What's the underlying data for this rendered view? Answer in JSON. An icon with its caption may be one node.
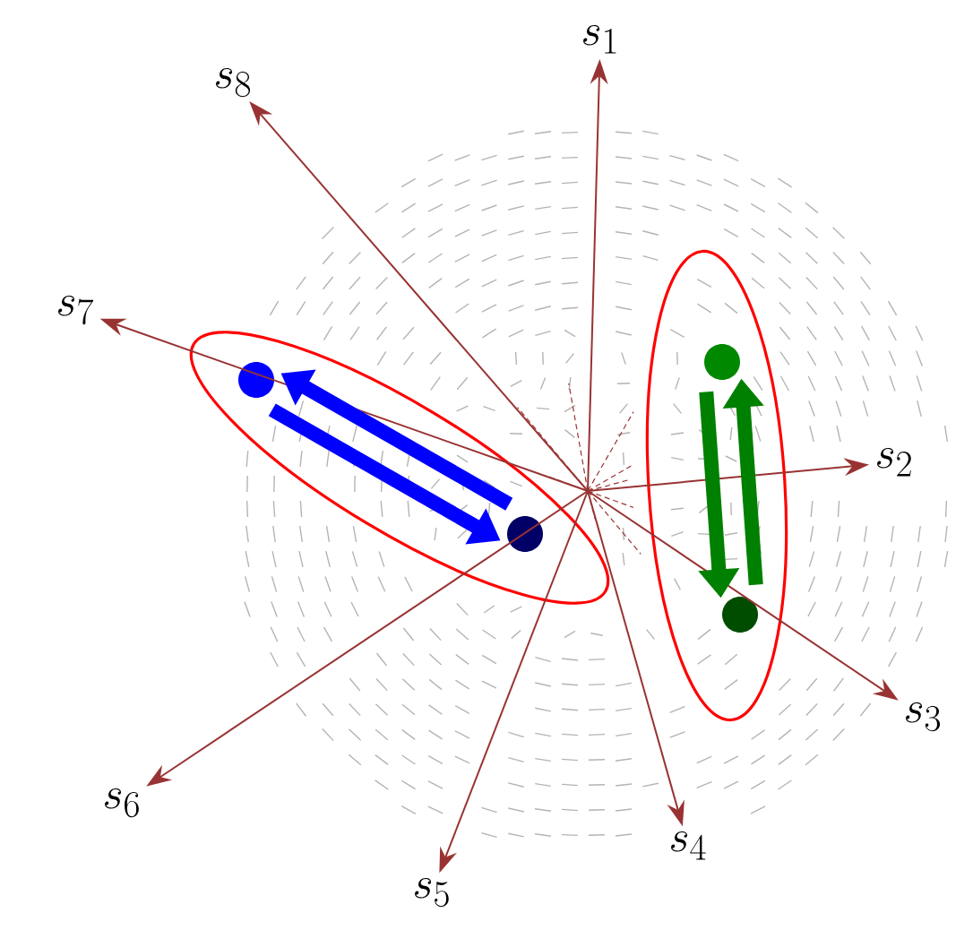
{
  "diagram": {
    "nodes": [
      {
        "text": [
          "s_1"
        ]
      },
      {
        "text": [
          "s_2"
        ]
      },
      {
        "text": [
          "s_3"
        ]
      },
      {
        "text": [
          "s_4"
        ]
      },
      {
        "text": [
          "s_5"
        ]
      },
      {
        "text": [
          "s_6"
        ]
      },
      {
        "text": [
          "s_7"
        ]
      },
      {
        "text": [
          "s_8"
        ]
      },
      {
        "text": [],
        "shape": "ellipse"
      },
      {
        "text": [],
        "shape": "circle",
        "in": 8
      },
      {
        "text": [],
        "shape": "circle",
        "in": 8
      },
      {
        "text": [],
        "shape": "ellipse"
      },
      {
        "text": [],
        "shape": "circle",
        "in": 11
      },
      {
        "text": [],
        "shape": "circle",
        "in": 11
      }
    ],
    "edges": [
      {
        "from": null,
        "to": 0,
        "arrow": "to"
      },
      {
        "from": null,
        "to": 1,
        "arrow": "to"
      },
      {
        "from": null,
        "to": 2,
        "arrow": "to"
      },
      {
        "from": null,
        "to": 3,
        "arrow": "to"
      },
      {
        "from": null,
        "to": 4,
        "arrow": "to"
      },
      {
        "from": null,
        "to": 5,
        "arrow": "to"
      },
      {
        "from": null,
        "to": 6,
        "arrow": "to"
      },
      {
        "from": null,
        "to": 7,
        "arrow": "to"
      },
      {
        "from": 10,
        "to": 9,
        "arrow": "to",
        "style": "thick",
        "color": "#0000ff"
      },
      {
        "from": 9,
        "to": 10,
        "arrow": "to",
        "style": "thick",
        "color": "#0000ff"
      },
      {
        "from": 12,
        "to": 13,
        "arrow": "to",
        "style": "thick",
        "color": "#008000"
      },
      {
        "from": 13,
        "to": 12,
        "arrow": "to",
        "style": "thick",
        "color": "#008000"
      }
    ]
  }
}
